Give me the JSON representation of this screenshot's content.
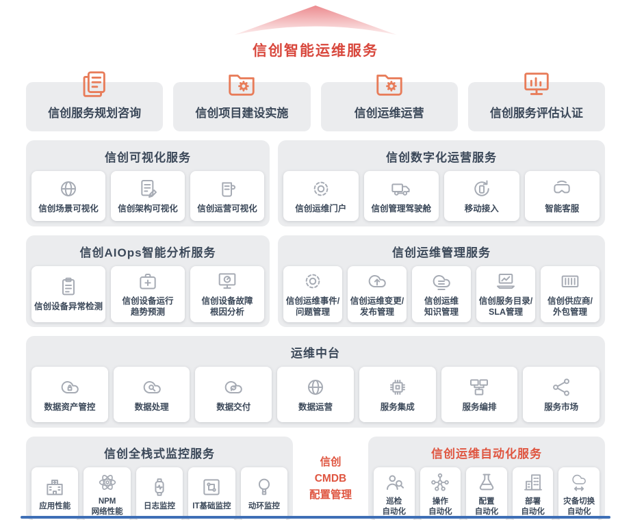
{
  "header": {
    "title": "信创智能运维服务"
  },
  "top_services": [
    {
      "label": "信创服务规划咨询",
      "icon": "documents-icon"
    },
    {
      "label": "信创项目建设实施",
      "icon": "folder-gear-icon"
    },
    {
      "label": "信创运维运营",
      "icon": "folder-gear-icon"
    },
    {
      "label": "信创服务评估认证",
      "icon": "monitor-chart-icon"
    }
  ],
  "visualization": {
    "title": "信创可视化服务",
    "cards": [
      {
        "label": "信创场景可视化",
        "icon": "globe-icon"
      },
      {
        "label": "信创架构可视化",
        "icon": "document-edit-icon"
      },
      {
        "label": "信创运营可视化",
        "icon": "mug-gauge-icon"
      }
    ]
  },
  "digital_ops": {
    "title": "信创数字化运营服务",
    "cards": [
      {
        "label": "信创运维门户",
        "icon": "gear-icon"
      },
      {
        "label": "信创管理驾驶舱",
        "icon": "truck-icon"
      },
      {
        "label": "移动接入",
        "icon": "mobile-sync-icon"
      },
      {
        "label": "智能客服",
        "icon": "vr-headset-icon"
      }
    ]
  },
  "aiops": {
    "title": "信创AIOps智能分析服务",
    "cards": [
      {
        "label": "信创设备异常检测",
        "icon": "clipboard-icon"
      },
      {
        "label": "信创设备运行\n趋势预测",
        "icon": "medkit-icon"
      },
      {
        "label": "信创设备故障\n根因分析",
        "icon": "monitor-gauge-icon"
      }
    ]
  },
  "ops_mgmt": {
    "title": "信创运维管理服务",
    "cards": [
      {
        "label": "信创运维事件/\n问题管理",
        "icon": "gear-icon"
      },
      {
        "label": "信创运维变更/\n发布管理",
        "icon": "cloud-upload-icon"
      },
      {
        "label": "信创运维\n知识管理",
        "icon": "cloud-knowledge-icon"
      },
      {
        "label": "信创服务目录/\nSLA管理",
        "icon": "laptop-chart-icon"
      },
      {
        "label": "信创供应商/\n外包管理",
        "icon": "container-icon"
      }
    ]
  },
  "middle_platform": {
    "title": "运维中台",
    "cards": [
      {
        "label": "数据资产管控",
        "icon": "cloud-lock-icon"
      },
      {
        "label": "数据处理",
        "icon": "cloud-search-icon"
      },
      {
        "label": "数据交付",
        "icon": "cloud-sync-icon"
      },
      {
        "label": "数据运营",
        "icon": "globe-icon"
      },
      {
        "label": "服务集成",
        "icon": "chip-icon"
      },
      {
        "label": "服务编排",
        "icon": "screens-icon"
      },
      {
        "label": "服务市场",
        "icon": "share-nodes-icon"
      }
    ]
  },
  "monitoring": {
    "title": "信创全栈式监控服务",
    "cards": [
      {
        "label": "应用性能",
        "icon": "hospital-icon"
      },
      {
        "label": "NPM\n网络性能",
        "icon": "atom-icon"
      },
      {
        "label": "日志监控",
        "icon": "smartwatch-icon"
      },
      {
        "label": "IT基础监控",
        "icon": "circuit-icon"
      },
      {
        "label": "动环监控",
        "icon": "balloon-icon"
      }
    ]
  },
  "cmdb": {
    "label": "信创\nCMDB\n配置管理"
  },
  "automation": {
    "title": "信创运维自动化服务",
    "cards": [
      {
        "label": "巡检\n自动化",
        "icon": "person-search-icon"
      },
      {
        "label": "操作\n自动化",
        "icon": "nodes-icon"
      },
      {
        "label": "配置\n自动化",
        "icon": "flask-icon"
      },
      {
        "label": "部署\n自动化",
        "icon": "buildings-icon"
      },
      {
        "label": "灾备切换\n自动化",
        "icon": "cloud-swap-icon"
      }
    ]
  },
  "colors": {
    "accent_red": "#d8473c",
    "icon_orange": "#e87c59",
    "navy_text": "#3b4859",
    "panel_gray": "#ebecee",
    "icon_gray": "#a6abb4",
    "footer_blue": "#3e6fb6"
  }
}
